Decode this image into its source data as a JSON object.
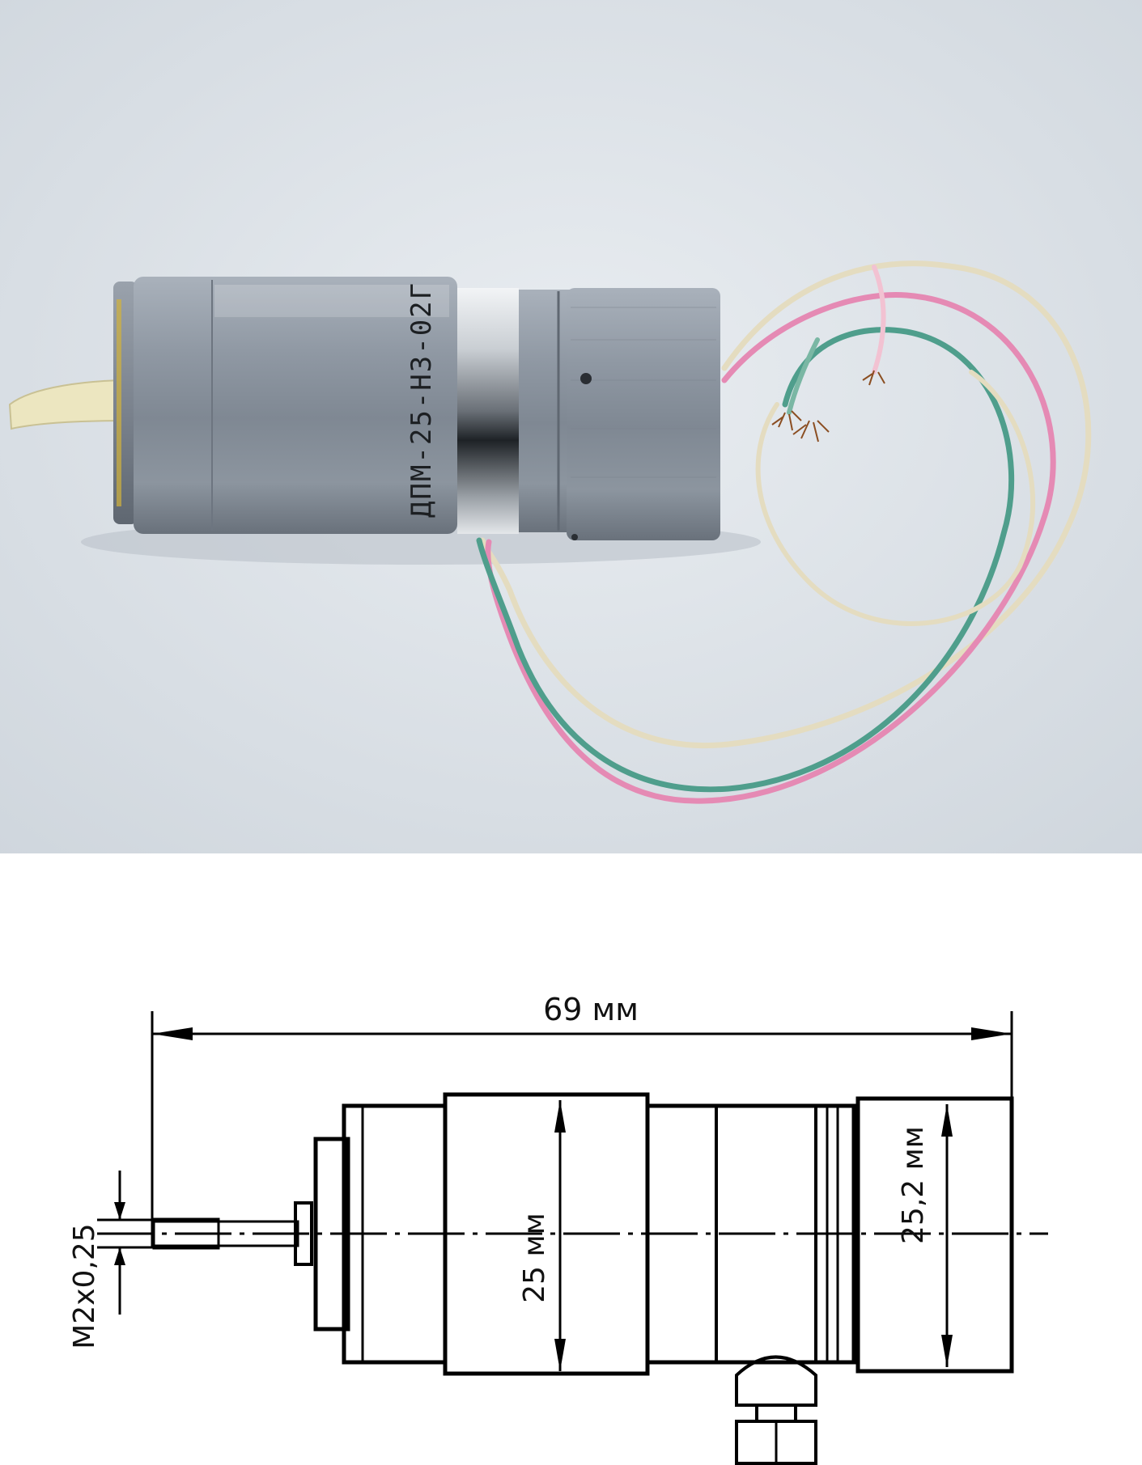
{
  "photo": {
    "motor_label": "ДПМ-25-Н3-02Г",
    "colors": {
      "background": "#dde3e8",
      "body": "#8a939e",
      "wire_pink": "#e58ab4",
      "wire_green": "#4f9e8c",
      "wire_cream": "#e4dcc0"
    }
  },
  "drawing": {
    "overall_length": "69 мм",
    "diameter_body": "25 мм",
    "diameter_rear": "25,2 мм",
    "shaft_thread": "M2x0,25"
  }
}
